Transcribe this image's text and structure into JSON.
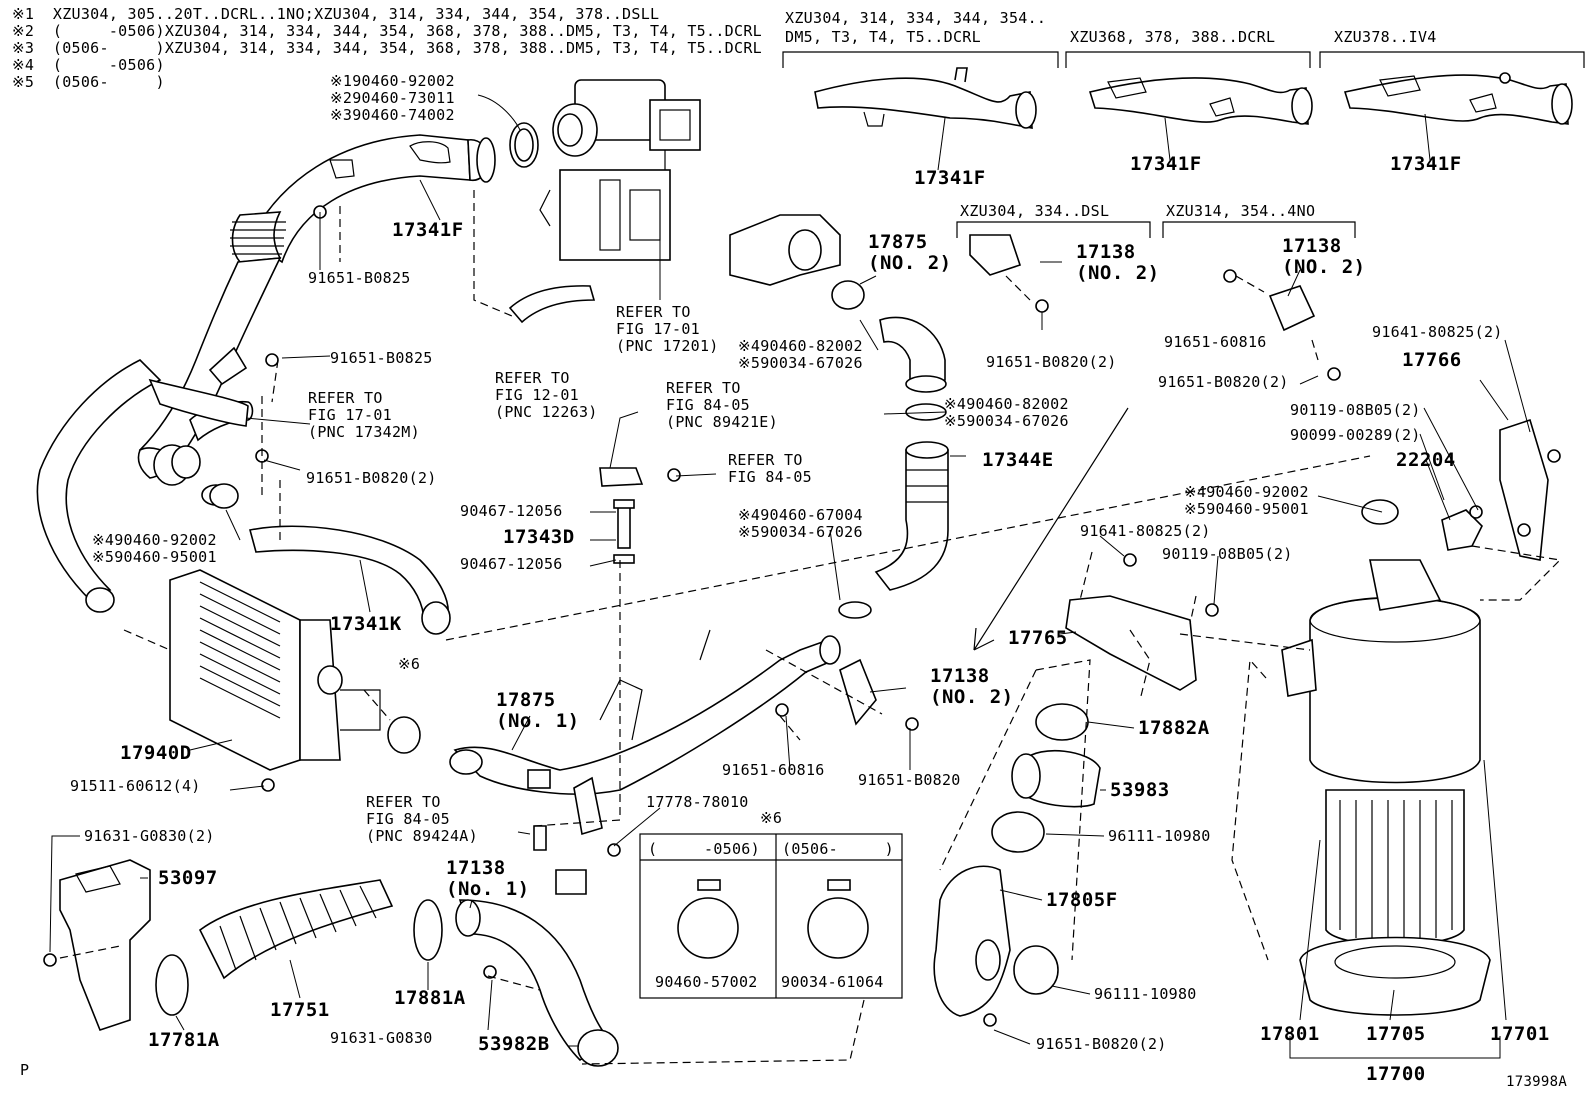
{
  "notes": [
    "※1  XZU304, 305..20T..DCRL..1NO;XZU304, 314, 334, 344, 354, 378..DSLL",
    "※2  (     -0506)XZU304, 314, 334, 344, 354, 368, 378, 388..DM5, T3, T4, T5..DCRL",
    "※3  (0506-     )XZU304, 314, 334, 344, 354, 368, 378, 388..DM5, T3, T4, T5..DCRL",
    "※4  (     -0506)",
    "※5  (0506-     )"
  ],
  "variants": {
    "v1_line1": "XZU304, 314, 334, 344, 354..",
    "v1_line2": "DM5, T3, T4, T5..DCRL",
    "v2": "XZU368, 378, 388..DCRL",
    "v3": "XZU378..IV4",
    "v4": "XZU304, 334..DSL",
    "v5": "XZU314, 354..4NO"
  },
  "labels": {
    "l17341F_a": "17341F",
    "l17341F_b": "17341F",
    "l17341F_c": "17341F",
    "l17341F_main": "17341F",
    "clamp_top": "※190460-92002\n※290460-73011\n※390460-74002",
    "b91651_B0825_a": "91651-B0825",
    "b91651_B0825_b": "91651-B0825",
    "ref_17201": "REFER TO\nFIG 17-01\n(PNC 17201)",
    "ref_12263": "REFER TO\nFIG 12-01\n(PNC 12263)",
    "ref_17342M": "REFER TO\nFIG 17-01\n(PNC 17342M)",
    "b91651_B0820_2a": "91651-B0820(2)",
    "clamp_left": "※490460-92002\n※590460-95001",
    "l17341K": "17341K",
    "l17940D": "17940D",
    "b91511": "91511-60612(4)",
    "ref_89421E": "REFER TO\nFIG 84-05\n(PNC 89421E)",
    "ref_8405": "REFER TO\nFIG 84-05",
    "c90467_a": "90467-12056",
    "l17343D": "17343D",
    "c90467_b": "90467-12056",
    "l17875_2": "17875\n(NO. 2)",
    "clamp_mid1": "※490460-82002\n※590034-67026",
    "clamp_mid2": "※490460-82002\n※590034-67026",
    "l17344E": "17344E",
    "clamp_mid3": "※490460-67004\n※590034-67026",
    "l17138_2a": "17138\n(NO. 2)",
    "b91651_B0820_2b": "91651-B0820(2)",
    "l17138_2b": "17138\n(NO. 2)",
    "b91651_60816_a": "91651-60816",
    "b91651_B0820_2c": "91651-B0820(2)",
    "b91641_2a": "91641-80825(2)",
    "l17766": "17766",
    "b90119_2a": "90119-08B05(2)",
    "b90099": "90099-00289(2)",
    "l22204": "22204",
    "clamp_right": "※490460-92002\n※590460-95001",
    "b91641_2b": "91641-80825(2)",
    "b90119_2b": "90119-08B05(2)",
    "l17765": "17765",
    "l17138_2c": "17138\n(NO. 2)",
    "b91651_60816_b": "91651-60816",
    "b91651_B0820": "91651-B0820",
    "l17875_1": "17875\n(No. 1)",
    "ref_89424A": "REFER TO\nFIG 84-05\n(PNC 89424A)",
    "s17778": "17778-78010",
    "mark6_a": "※6",
    "mark6_b": "※6",
    "box_left_hdr": "(     -0506)",
    "box_right_hdr": "(0506-     )",
    "c90460_57002": "90460-57002",
    "c90034_61064": "90034-61064",
    "b91631_2": "91631-G0830(2)",
    "l53097": "53097",
    "l17138_1": "17138\n(No. 1)",
    "l17751": "17751",
    "l17881A": "17881A",
    "l17781A": "17781A",
    "b91631": "91631-G0830",
    "l53982B": "53982B",
    "l17882A": "17882A",
    "l53983": "53983",
    "c96111_a": "96111-10980",
    "l17805F": "17805F",
    "c96111_b": "96111-10980",
    "b91651_B0820_2d": "91651-B0820(2)",
    "l17801": "17801",
    "l17705": "17705",
    "l17701": "17701",
    "l17700": "17700",
    "p_mark": "P",
    "fig_id": "173998A"
  }
}
